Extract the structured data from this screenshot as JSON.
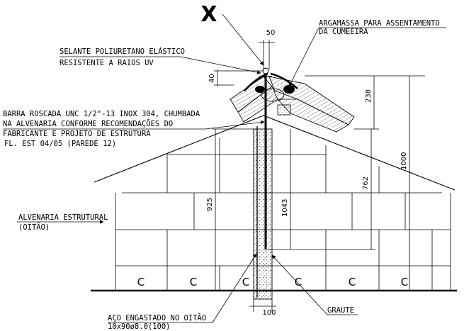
{
  "detail_mark": "X",
  "labels": {
    "argamassa_l1": "ARGAMASSA PARA ASSENTAMENTO",
    "argamassa_l2": "DA CUMEEIRA",
    "selante_l1": "SELANTE POLIURETANO ELÁSTICO",
    "selante_l2": "RESISTENTE A RAIOS UV",
    "barra_l1": "BARRA ROSCADA UNC 1/2\"-13 INOX 304, CHUMBADA",
    "barra_l2": "NA ALVENARIA CONFORME RECOMENDAÇÕES DO",
    "barra_l3": "FABRICANTE E PROJETO DE ESTRUTURA",
    "barra_l4": "FL. EST 04/05 (PAREDE 12)",
    "alvenaria_l1": "ALVENARIA ESTRUTURAL",
    "alvenaria_l2": "(OITÃO)",
    "aco_l1": "AÇO ENGASTADO NO OITÃO",
    "aco_l2": "10x90ø8.0(100)",
    "graute": "GRAUTE"
  },
  "dimensions": {
    "d50": "50",
    "d40": "40",
    "d238": "238",
    "d1000": "1000",
    "d762": "762",
    "d925": "925",
    "d1043": "1043",
    "d100": "100"
  },
  "block_marks": [
    "C",
    "C",
    "C",
    "C",
    "C",
    "C"
  ]
}
